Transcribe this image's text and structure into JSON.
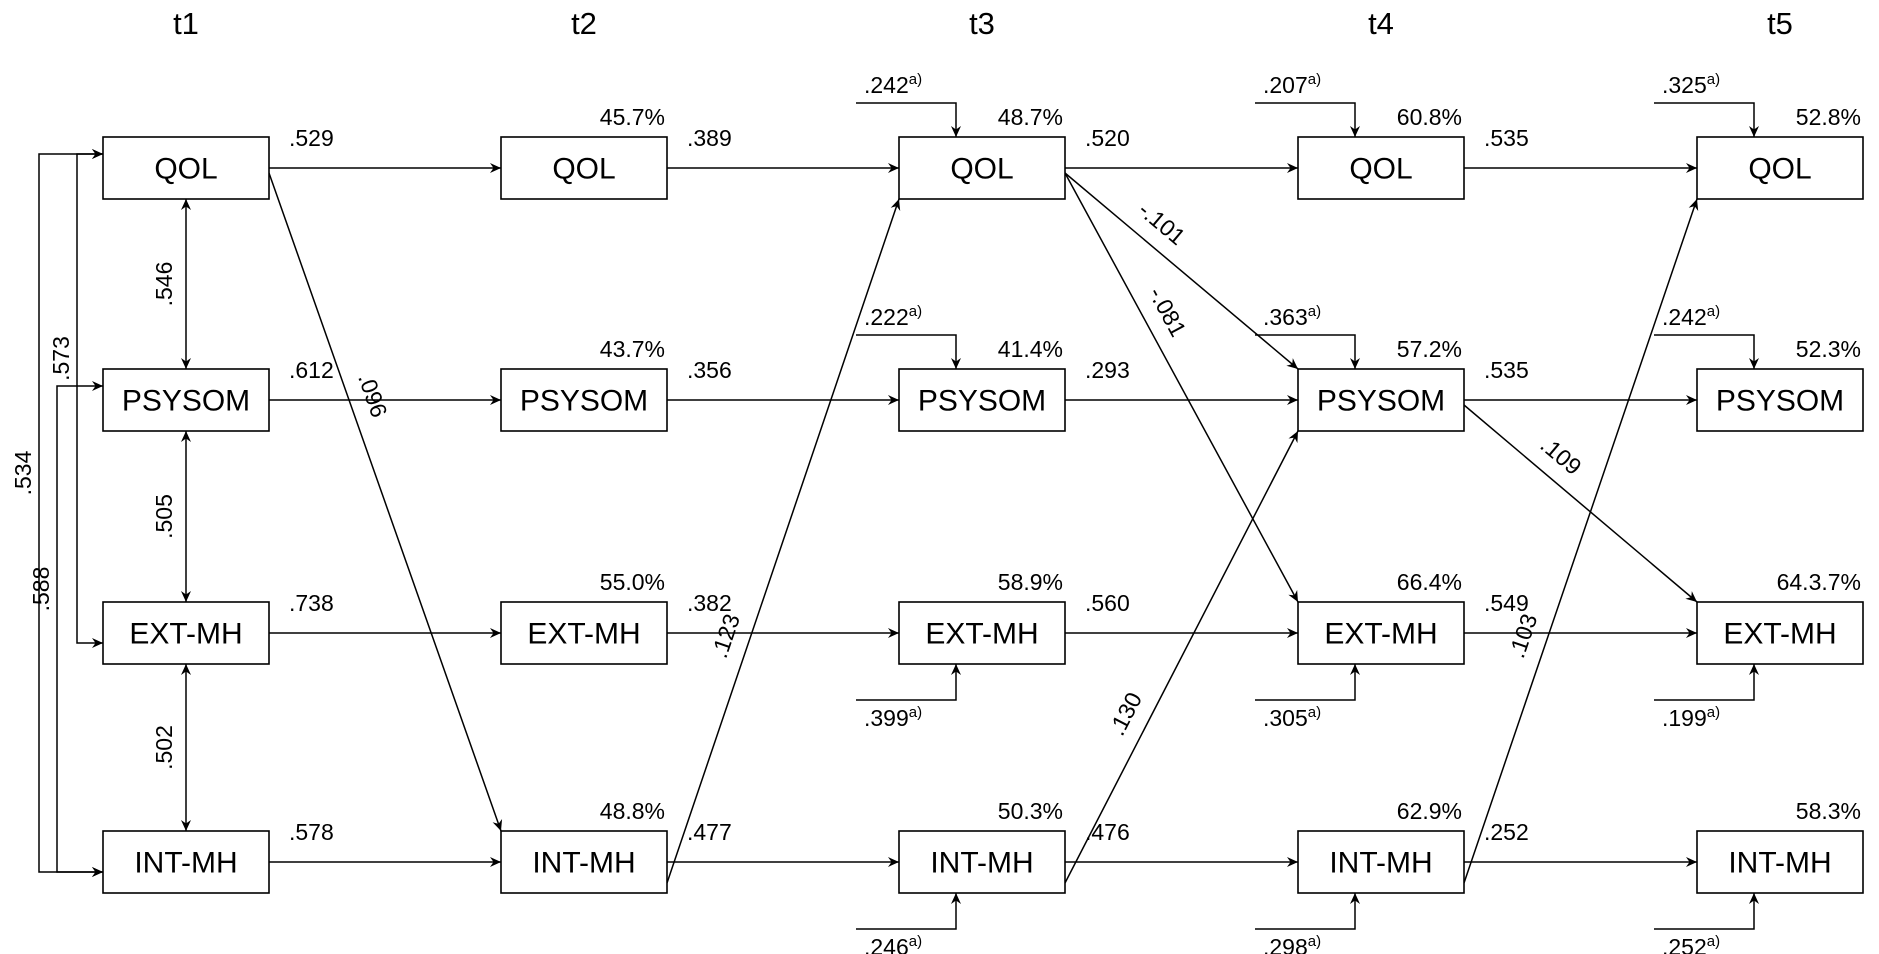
{
  "time_labels": [
    "t1",
    "t2",
    "t3",
    "t4",
    "t5"
  ],
  "variables": [
    "QOL",
    "PSYSOM",
    "EXT-MH",
    "INT-MH"
  ],
  "r_squared": [
    [
      null,
      null,
      null,
      null
    ],
    [
      "45.7%",
      "43.7%",
      "55.0%",
      "48.8%"
    ],
    [
      "48.7%",
      "41.4%",
      "58.9%",
      "50.3%"
    ],
    [
      "60.8%",
      "57.2%",
      "66.4%",
      "62.9%"
    ],
    [
      "52.8%",
      "52.3%",
      "64.3.7%",
      "58.3%"
    ]
  ],
  "paths": [
    {
      "from": [
        0,
        0
      ],
      "to": [
        1,
        0
      ],
      "label": ".529"
    },
    {
      "from": [
        0,
        1
      ],
      "to": [
        1,
        1
      ],
      "label": ".612"
    },
    {
      "from": [
        0,
        2
      ],
      "to": [
        1,
        2
      ],
      "label": ".738"
    },
    {
      "from": [
        0,
        3
      ],
      "to": [
        1,
        3
      ],
      "label": ".578"
    },
    {
      "from": [
        1,
        0
      ],
      "to": [
        2,
        0
      ],
      "label": ".389"
    },
    {
      "from": [
        1,
        1
      ],
      "to": [
        2,
        1
      ],
      "label": ".356"
    },
    {
      "from": [
        1,
        2
      ],
      "to": [
        2,
        2
      ],
      "label": ".382"
    },
    {
      "from": [
        1,
        3
      ],
      "to": [
        2,
        3
      ],
      "label": ".477"
    },
    {
      "from": [
        2,
        0
      ],
      "to": [
        3,
        0
      ],
      "label": ".520"
    },
    {
      "from": [
        2,
        1
      ],
      "to": [
        3,
        1
      ],
      "label": ".293"
    },
    {
      "from": [
        2,
        2
      ],
      "to": [
        3,
        2
      ],
      "label": ".560"
    },
    {
      "from": [
        2,
        3
      ],
      "to": [
        3,
        3
      ],
      "label": ".476"
    },
    {
      "from": [
        3,
        0
      ],
      "to": [
        4,
        0
      ],
      "label": ".535"
    },
    {
      "from": [
        3,
        1
      ],
      "to": [
        4,
        1
      ],
      "label": ".535"
    },
    {
      "from": [
        3,
        2
      ],
      "to": [
        4,
        2
      ],
      "label": ".549"
    },
    {
      "from": [
        3,
        3
      ],
      "to": [
        4,
        3
      ],
      "label": ".252"
    },
    {
      "from": [
        0,
        0
      ],
      "to": [
        1,
        3
      ],
      "label": ".096"
    },
    {
      "from": [
        1,
        3
      ],
      "to": [
        2,
        0
      ],
      "label": ".123"
    },
    {
      "from": [
        2,
        0
      ],
      "to": [
        3,
        1
      ],
      "label": "-.101"
    },
    {
      "from": [
        2,
        0
      ],
      "to": [
        3,
        2
      ],
      "label": "-.081"
    },
    {
      "from": [
        2,
        3
      ],
      "to": [
        3,
        1
      ],
      "label": ".130"
    },
    {
      "from": [
        3,
        1
      ],
      "to": [
        4,
        2
      ],
      "label": ".109"
    },
    {
      "from": [
        3,
        3
      ],
      "to": [
        4,
        0
      ],
      "label": ".103"
    }
  ],
  "t1_correlations": [
    {
      "a": 0,
      "b": 1,
      "label": ".546"
    },
    {
      "a": 1,
      "b": 2,
      "label": ".505"
    },
    {
      "a": 2,
      "b": 3,
      "label": ".502"
    },
    {
      "a": 0,
      "b": 2,
      "label": ".573"
    },
    {
      "a": 1,
      "b": 3,
      "label": ".588"
    },
    {
      "a": 0,
      "b": 3,
      "label": ".534"
    }
  ],
  "residual_covariances": [
    {
      "time": 2,
      "var": 0,
      "label": ".242",
      "sup": "a)"
    },
    {
      "time": 2,
      "var": 1,
      "label": ".222",
      "sup": "a)"
    },
    {
      "time": 2,
      "var": 2,
      "label": ".399",
      "sup": "a)"
    },
    {
      "time": 2,
      "var": 3,
      "label": ".246",
      "sup": "a)"
    },
    {
      "time": 3,
      "var": 0,
      "label": ".207",
      "sup": "a)"
    },
    {
      "time": 3,
      "var": 1,
      "label": ".363",
      "sup": "a)"
    },
    {
      "time": 3,
      "var": 2,
      "label": ".305",
      "sup": "a)"
    },
    {
      "time": 3,
      "var": 3,
      "label": ".298",
      "sup": "a)"
    },
    {
      "time": 4,
      "var": 0,
      "label": ".325",
      "sup": "a)"
    },
    {
      "time": 4,
      "var": 1,
      "label": ".242",
      "sup": "a)"
    },
    {
      "time": 4,
      "var": 2,
      "label": ".199",
      "sup": "a)"
    },
    {
      "time": 4,
      "var": 3,
      "label": ".252",
      "sup": "a)"
    }
  ]
}
